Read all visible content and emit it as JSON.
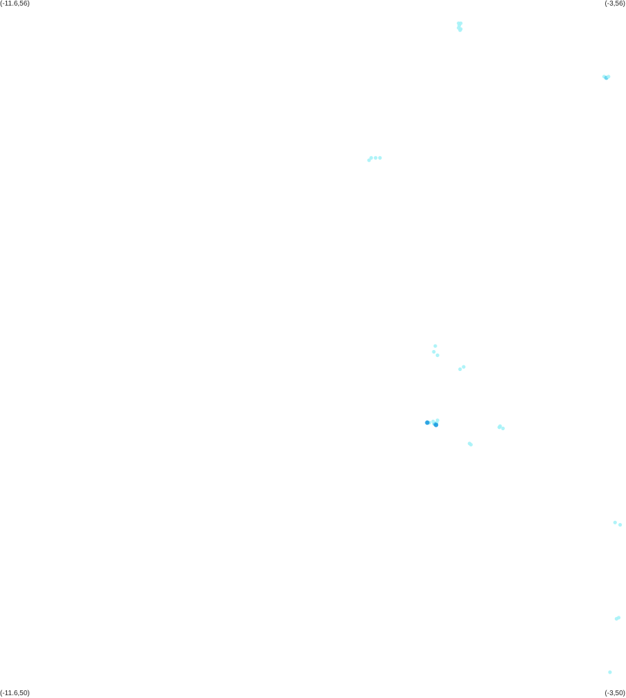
{
  "map": {
    "corner_labels": {
      "top_left": "(-11.6,56)",
      "top_right": "(-3,56)",
      "bottom_left": "(-11.6,50)",
      "bottom_right": "(-3,50)"
    },
    "extent": {
      "lon_min": -11.6,
      "lon_max": -3,
      "lat_min": 50,
      "lat_max": 56
    },
    "colors": {
      "background": "#ffffff",
      "light_density": "#a6f2f7",
      "mid_density": "#5fd2ee",
      "high_density": "#1a9be0"
    },
    "points": [
      {
        "lon": -5.3,
        "lat": 55.8,
        "level": 1
      },
      {
        "lon": -5.27,
        "lat": 55.8,
        "level": 1
      },
      {
        "lon": -5.29,
        "lat": 55.78,
        "level": 1
      },
      {
        "lon": -5.3,
        "lat": 55.76,
        "level": 1
      },
      {
        "lon": -5.27,
        "lat": 55.75,
        "level": 1
      },
      {
        "lon": -5.28,
        "lat": 55.74,
        "level": 1
      },
      {
        "lon": -3.3,
        "lat": 55.34,
        "level": 1
      },
      {
        "lon": -3.27,
        "lat": 55.33,
        "level": 2
      },
      {
        "lon": -3.24,
        "lat": 55.34,
        "level": 1
      },
      {
        "lon": -6.53,
        "lat": 54.62,
        "level": 1
      },
      {
        "lon": -6.44,
        "lat": 54.64,
        "level": 1
      },
      {
        "lon": -6.38,
        "lat": 54.64,
        "level": 1
      },
      {
        "lon": -6.5,
        "lat": 54.64,
        "level": 1
      },
      {
        "lon": -5.62,
        "lat": 53.02,
        "level": 1
      },
      {
        "lon": -5.64,
        "lat": 52.97,
        "level": 1
      },
      {
        "lon": -5.59,
        "lat": 52.94,
        "level": 1
      },
      {
        "lon": -5.28,
        "lat": 52.82,
        "level": 1
      },
      {
        "lon": -5.23,
        "lat": 52.84,
        "level": 1
      },
      {
        "lon": -5.7,
        "lat": 52.36,
        "level": 1
      },
      {
        "lon": -5.6,
        "lat": 52.36,
        "level": 1
      },
      {
        "lon": -5.63,
        "lat": 52.35,
        "level": 2
      },
      {
        "lon": -5.61,
        "lat": 52.34,
        "level": 3
      },
      {
        "lon": -5.65,
        "lat": 52.37,
        "level": 1
      },
      {
        "lon": -5.59,
        "lat": 52.38,
        "level": 1
      },
      {
        "lon": -5.73,
        "lat": 52.36,
        "level": 3
      },
      {
        "lon": -4.69,
        "lat": 52.31,
        "level": 1
      },
      {
        "lon": -4.74,
        "lat": 52.32,
        "level": 1
      },
      {
        "lon": -4.74,
        "lat": 52.32,
        "level": 1
      },
      {
        "lon": -4.73,
        "lat": 52.33,
        "level": 1
      },
      {
        "lon": -5.15,
        "lat": 52.18,
        "level": 1
      },
      {
        "lon": -5.13,
        "lat": 52.17,
        "level": 1
      },
      {
        "lon": -3.15,
        "lat": 51.5,
        "level": 1
      },
      {
        "lon": -3.08,
        "lat": 51.48,
        "level": 1
      },
      {
        "lon": -3.13,
        "lat": 50.67,
        "level": 1
      },
      {
        "lon": -3.1,
        "lat": 50.68,
        "level": 1
      },
      {
        "lon": -3.22,
        "lat": 50.21,
        "level": 1
      }
    ]
  }
}
